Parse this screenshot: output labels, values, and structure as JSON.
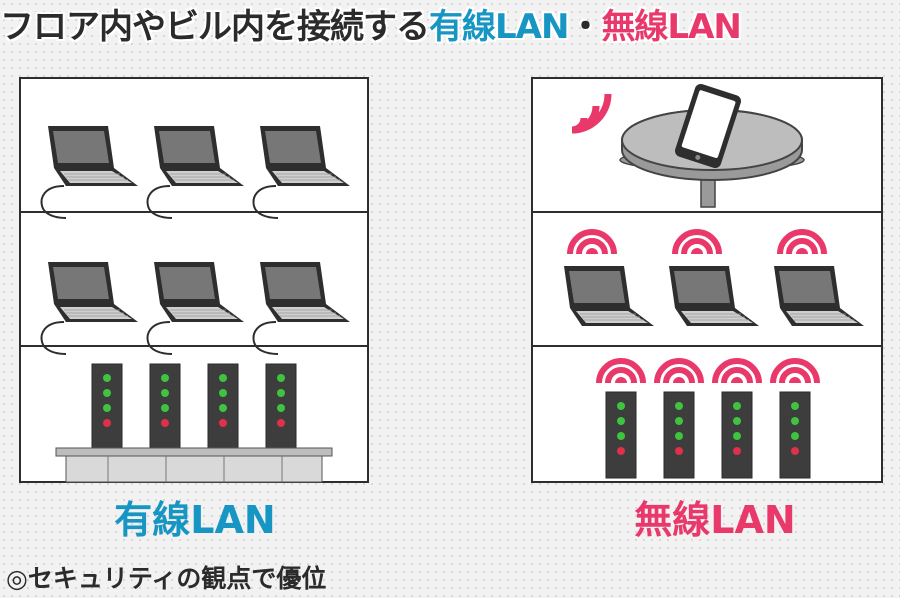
{
  "title": {
    "main": "フロア内やビル内を接続する",
    "wired": "有線LAN",
    "separator": "・",
    "wireless": "無線LAN"
  },
  "captions": {
    "wired": "有線LAN",
    "wireless": "無線LAN"
  },
  "note": "◎セキュリティの観点で優位",
  "colors": {
    "wired_accent": "#1796c4",
    "wireless_accent": "#e9386a",
    "text": "#2b2b2b",
    "led_green": "#3ec43e",
    "led_red": "#e0304a"
  },
  "icons": {
    "laptop": "laptop-icon",
    "server": "server-icon",
    "tablet": "tablet-icon",
    "wifi": "wifi-signal-icon",
    "table": "table-icon",
    "rack": "server-rack-icon"
  }
}
